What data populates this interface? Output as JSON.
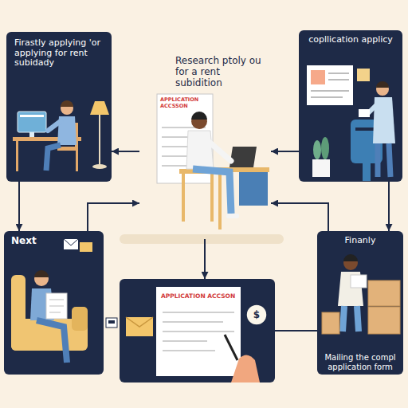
{
  "diagram": {
    "nodes": [
      {
        "text": [
          "Firastly applying 'or applying for rent subidady"
        ]
      },
      {
        "text": [
          "Research ptoly ou for a rent subidition"
        ]
      },
      {
        "text": [
          "copllication applicy"
        ]
      },
      {
        "text": [
          "Next"
        ]
      },
      {
        "text": [
          "APPLICATION ACCSON"
        ]
      },
      {
        "text": [
          "Finanly",
          "Mailing the compl application form"
        ]
      }
    ],
    "edges": [
      {
        "from": 1,
        "to": 0,
        "arrow": "to"
      },
      {
        "from": 2,
        "to": 1,
        "arrow": "to"
      },
      {
        "from": 0,
        "to": 3,
        "arrow": "to"
      },
      {
        "from": 3,
        "to": 1,
        "arrow": "to"
      },
      {
        "from": 5,
        "to": 1,
        "arrow": "to"
      },
      {
        "from": 1,
        "to": 4,
        "arrow": "to"
      },
      {
        "from": 2,
        "to": 5,
        "arrow": "to"
      },
      {
        "from": 4,
        "to": 5,
        "arrow": "none"
      }
    ],
    "labels": [
      "APPLICATION ACCSSON",
      "$"
    ]
  }
}
